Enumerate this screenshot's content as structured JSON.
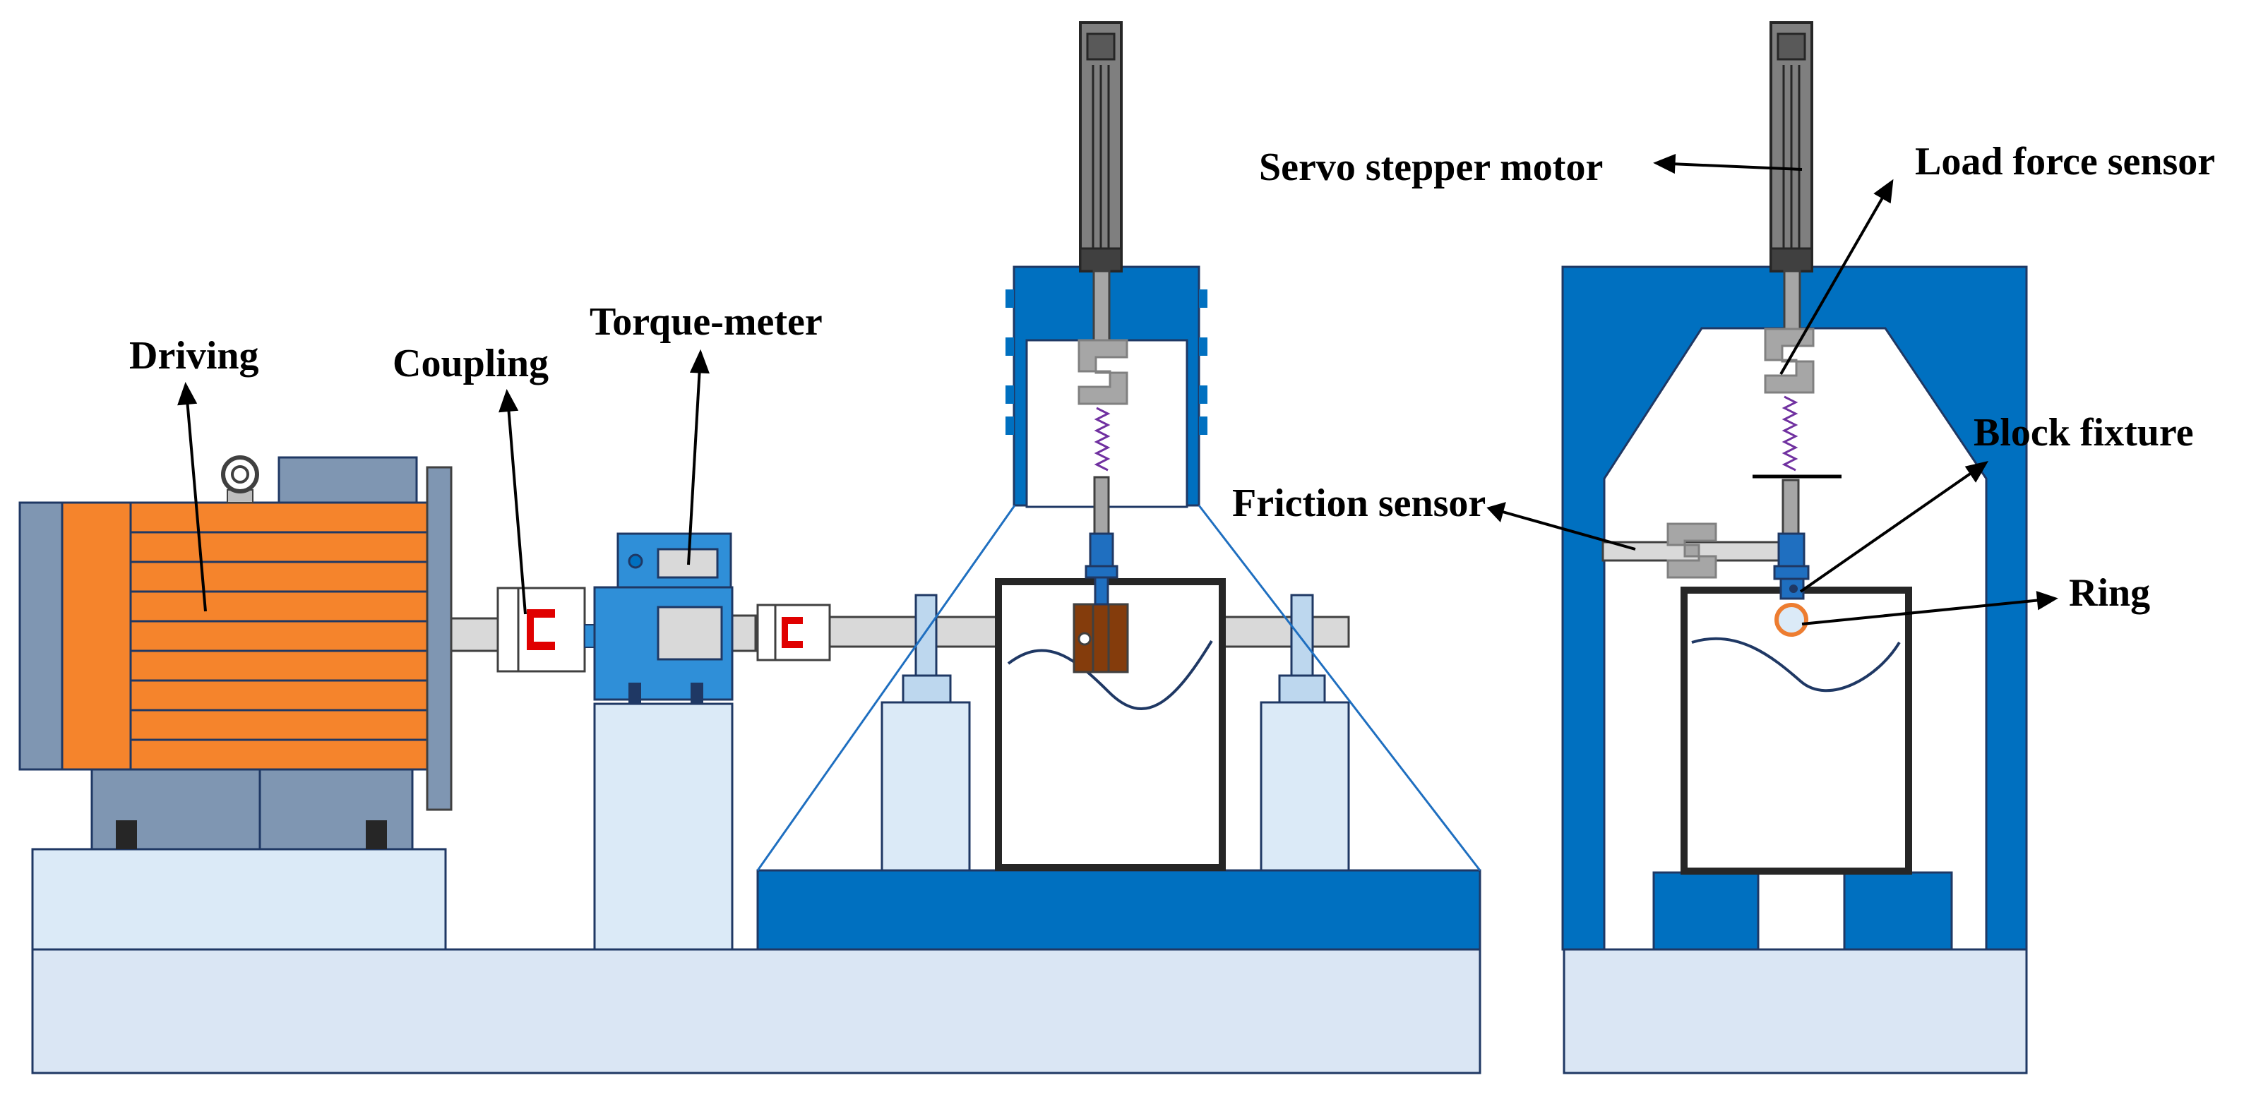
{
  "labels": {
    "driving": "Driving",
    "coupling": "Coupling",
    "torque_meter": "Torque-meter",
    "servo_motor": "Servo stepper  motor",
    "load_force_sensor": "Load force sensor",
    "block_fixture": "Block fixture",
    "friction_sensor": "Friction sensor",
    "ring": "Ring"
  },
  "colors": {
    "frame_blue": "#0070c0",
    "motor_orange": "#f5842c",
    "base_light": "#dae6f4",
    "pedestal_light": "#dbeaf7",
    "motor_gray": "#7f7f7f",
    "motor_dark": "#404040",
    "housing_slate": "#7f96b2",
    "coupling_red": "#e00000",
    "meter_blue": "#2f8fd8",
    "spring_purple": "#7030a0",
    "ring_orange": "#ed7d31",
    "wear_block_brown": "#843c0c",
    "wave_navy": "#1f3864"
  }
}
